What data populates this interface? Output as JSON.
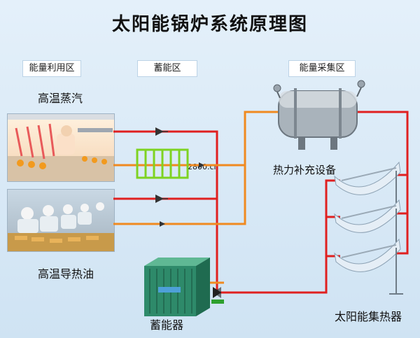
{
  "title": "太阳能锅炉系统原理图",
  "zones": {
    "use": "能量利用区",
    "storage": "蓄能区",
    "collection": "能量采集区"
  },
  "labels": {
    "steam": "高温蒸汽",
    "oil": "高温导热油",
    "heater": "热力补充设备",
    "accumulator": "蓄能器",
    "collector": "太阳能集热器",
    "watermark": "2800.cn"
  },
  "colors": {
    "hot_pipe": "#e02020",
    "warm_pipe": "#f08a20",
    "coil": "#7ed321",
    "accumulator": "#2e8a6a",
    "tank": "#a9b3bb"
  }
}
